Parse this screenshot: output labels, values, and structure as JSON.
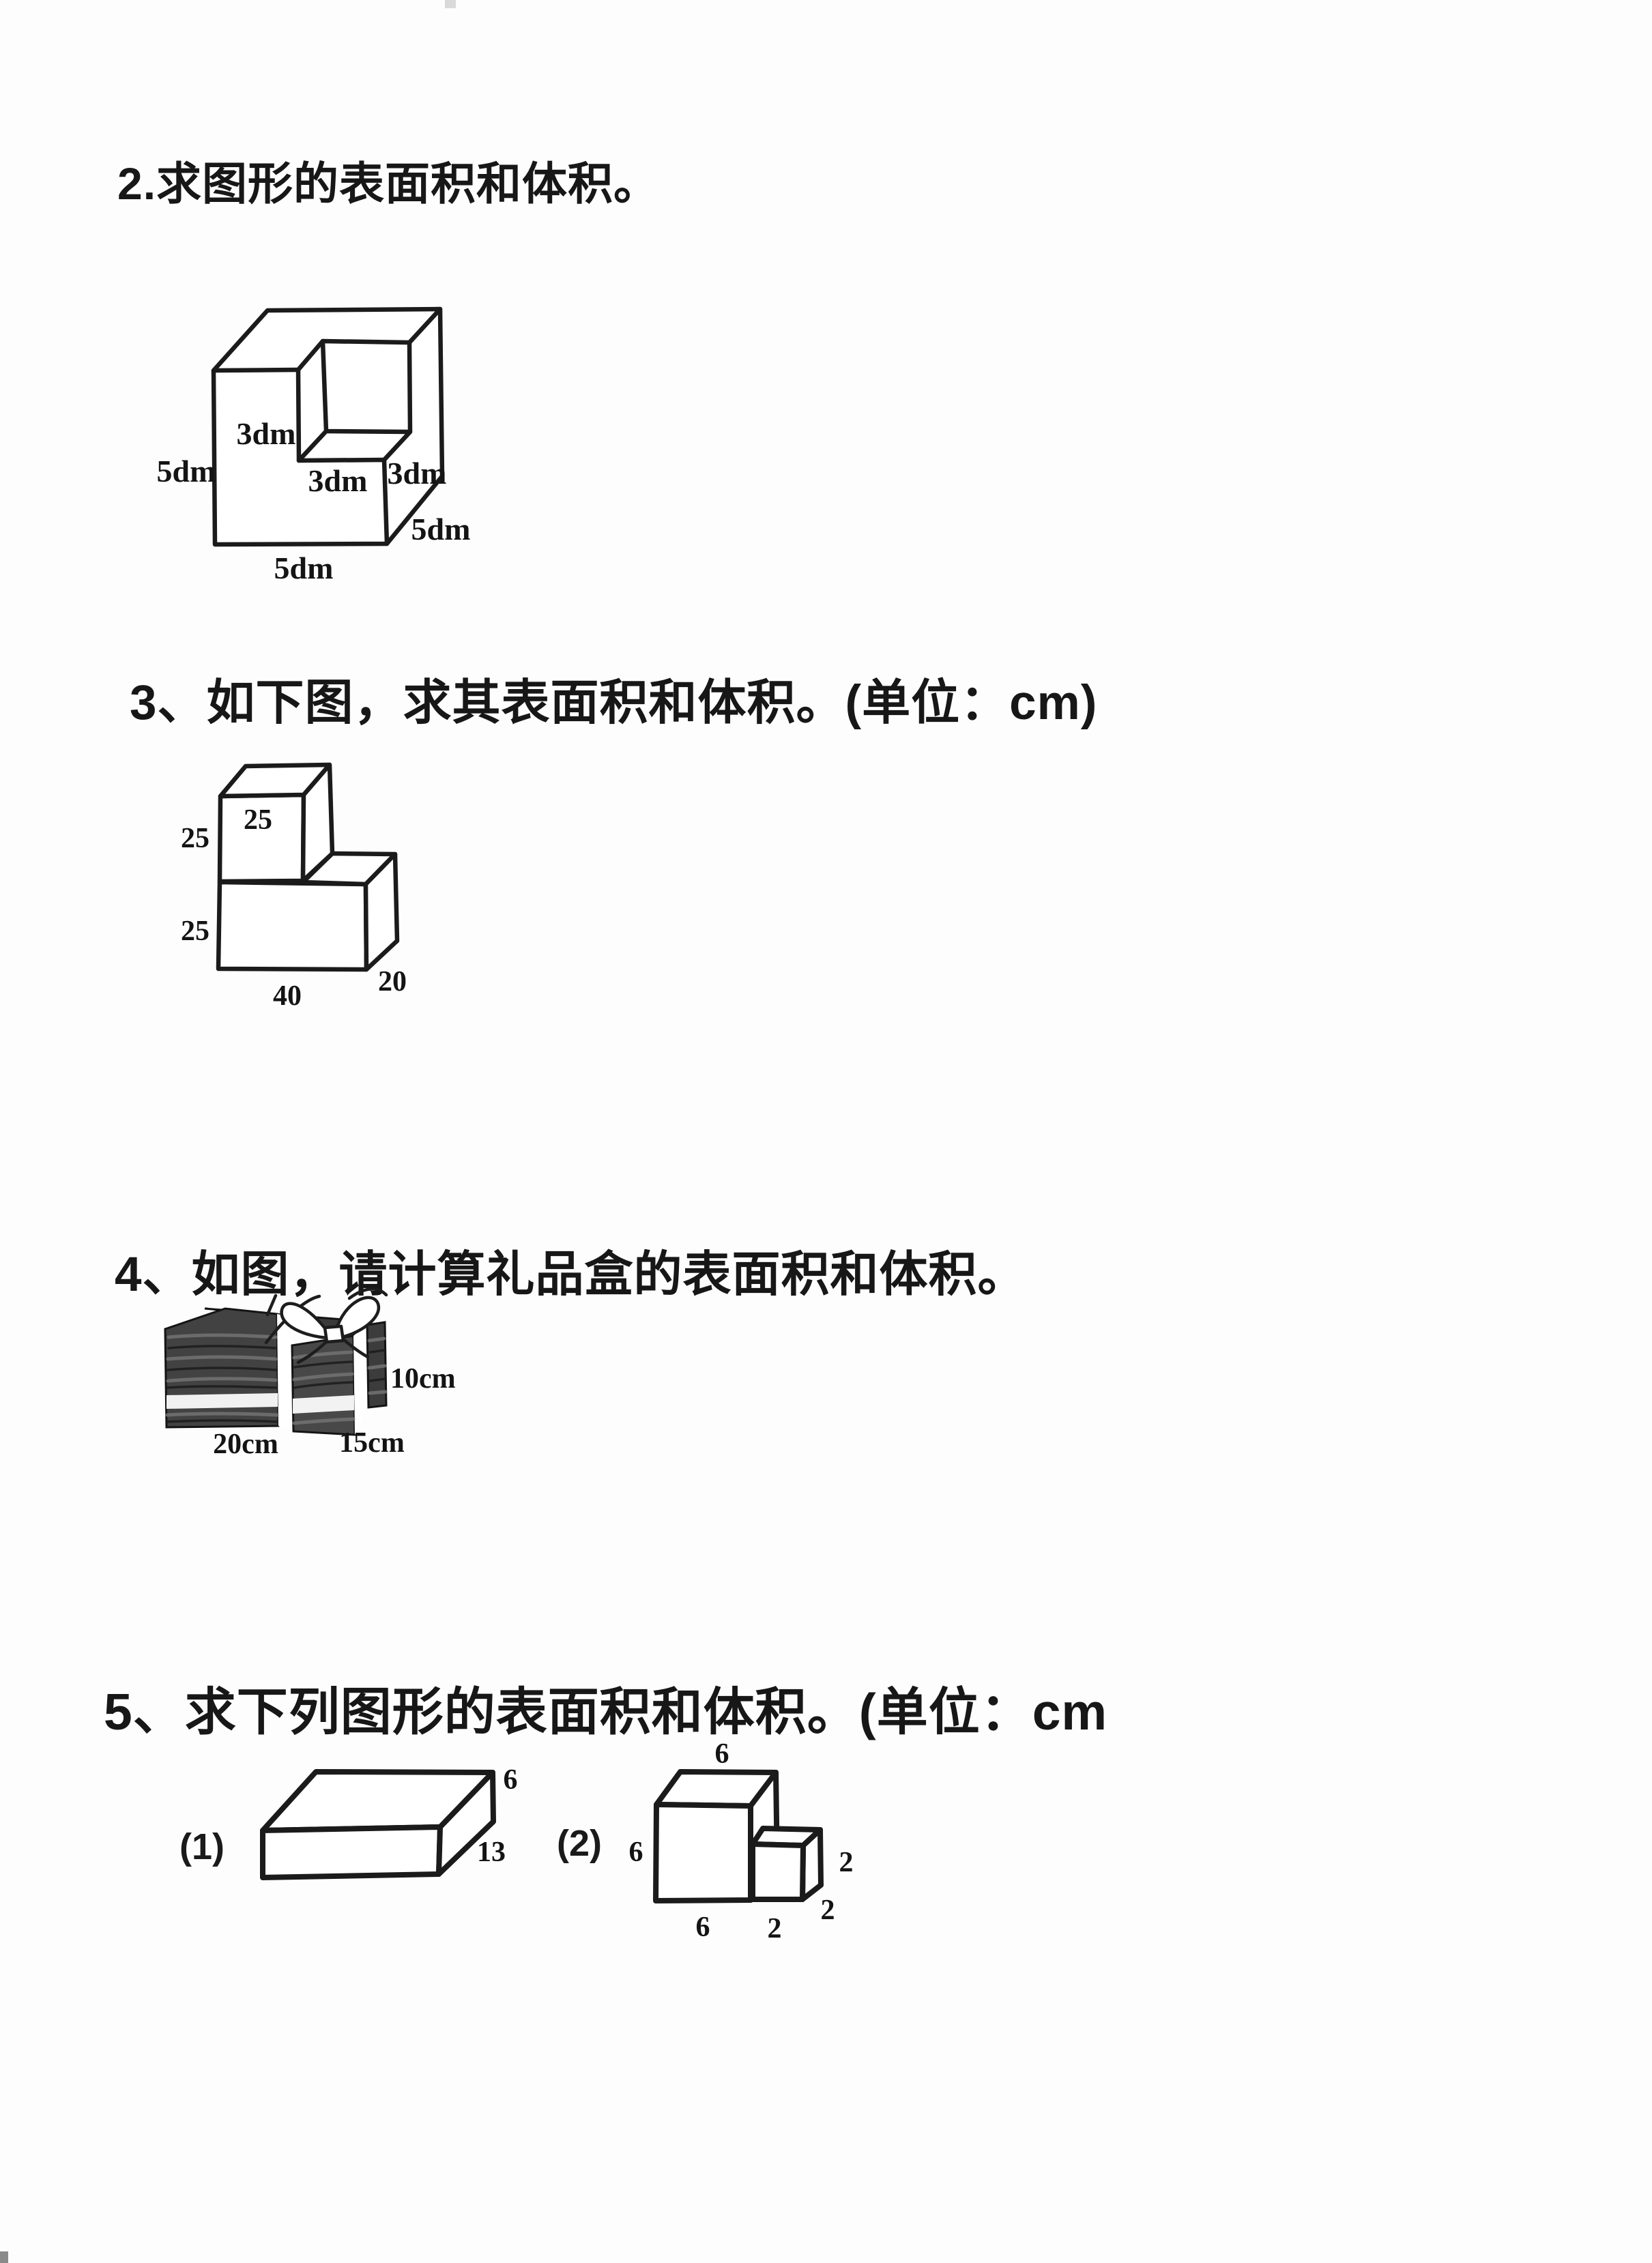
{
  "page": {
    "background": "#fdfdfd",
    "ink": "#1b1b1b"
  },
  "q2": {
    "title": "2.求图形的表面积和体积。",
    "figure": {
      "name": "cube-with-corner-notch",
      "unit": "dm",
      "labels": {
        "notch_height": "3dm",
        "left_height": "5dm",
        "notch_width": "3dm",
        "notch_side": "3dm",
        "depth": "5dm",
        "bottom_width": "5dm"
      }
    }
  },
  "q3": {
    "title": "3、如下图，求其表面积和体积。(单位：cm)",
    "figure": {
      "name": "cube-on-cuboid-step-solid",
      "labels": {
        "top_cube_front": "25",
        "top_cube_height": "25",
        "base_height": "25",
        "base_length": "40",
        "base_depth": "20"
      }
    }
  },
  "q4": {
    "title": "4、如图，请计算礼品盒的表面积和体积。",
    "figure": {
      "name": "gift-box-photo",
      "labels": {
        "height": "10cm",
        "length": "20cm",
        "width": "15cm"
      }
    }
  },
  "q5": {
    "title": "5、求下列图形的表面积和体积。(单位：cm",
    "figures": [
      {
        "tag": "(1)",
        "shape": "flat-cuboid",
        "labels": {
          "height": "6",
          "depth": "13"
        }
      },
      {
        "tag": "(2)",
        "shape": "cube-with-small-cube",
        "labels": {
          "top_width": "6",
          "left_height": "6",
          "small_depth": "2",
          "small_height": "2",
          "bottom_width": "6",
          "small_width": "2"
        }
      }
    ]
  }
}
